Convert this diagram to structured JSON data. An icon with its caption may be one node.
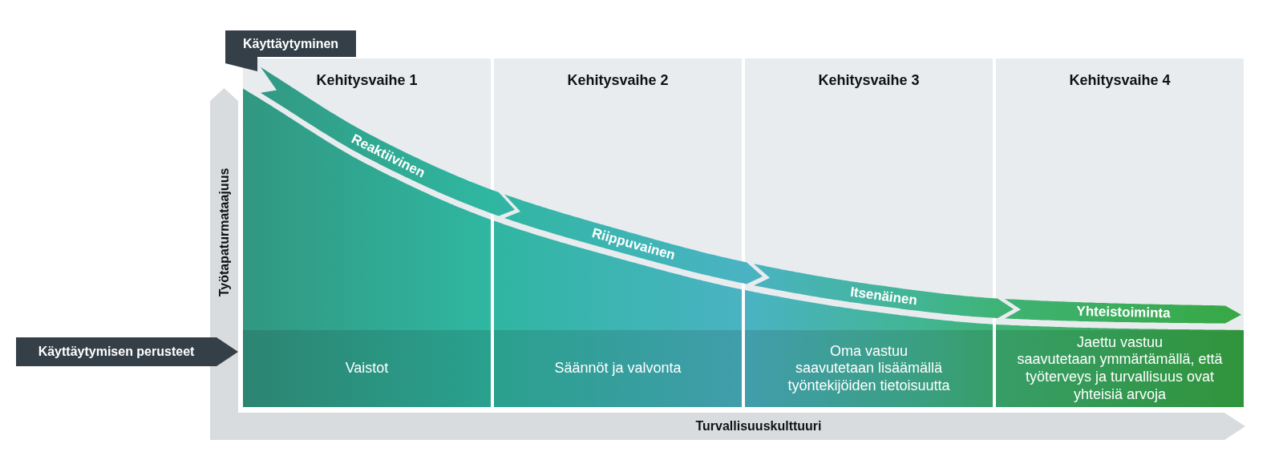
{
  "diagram": {
    "nodes": [
      {
        "text": [
          "Käyttäytyminen"
        ]
      },
      {
        "text": [
          "Kehitysvaihe 1"
        ]
      },
      {
        "text": [
          "Vaistot"
        ],
        "in": 1
      },
      {
        "text": [
          "Kehitysvaihe 2"
        ]
      },
      {
        "text": [
          "Säännöt ja valvonta"
        ],
        "in": 3
      },
      {
        "text": [
          "Kehitysvaihe 3"
        ]
      },
      {
        "text": [
          "Oma vastuu",
          "saavutetaan lisäämällä työntekijöiden tietoisuutta"
        ],
        "in": 5
      },
      {
        "text": [
          "Kehitysvaihe 4"
        ]
      },
      {
        "text": [
          "Jaettu vastuu",
          "saavutetaan ymmärtämällä, että työterveys ja turvallisuus ovat yhteisiä arvoja"
        ],
        "in": 7
      },
      {
        "text": [
          "Reaktiivinen"
        ]
      },
      {
        "text": [
          "Riippuvainen"
        ]
      },
      {
        "text": [
          "Itsenäinen"
        ]
      },
      {
        "text": [
          "Yhteistoiminta"
        ],
        "in": 7
      },
      {
        "text": [
          "Käyttäytymisen perusteet"
        ]
      }
    ],
    "labels": [
      "Työtapaturmataajuus",
      "Turvallisuuskulttuuri"
    ]
  }
}
